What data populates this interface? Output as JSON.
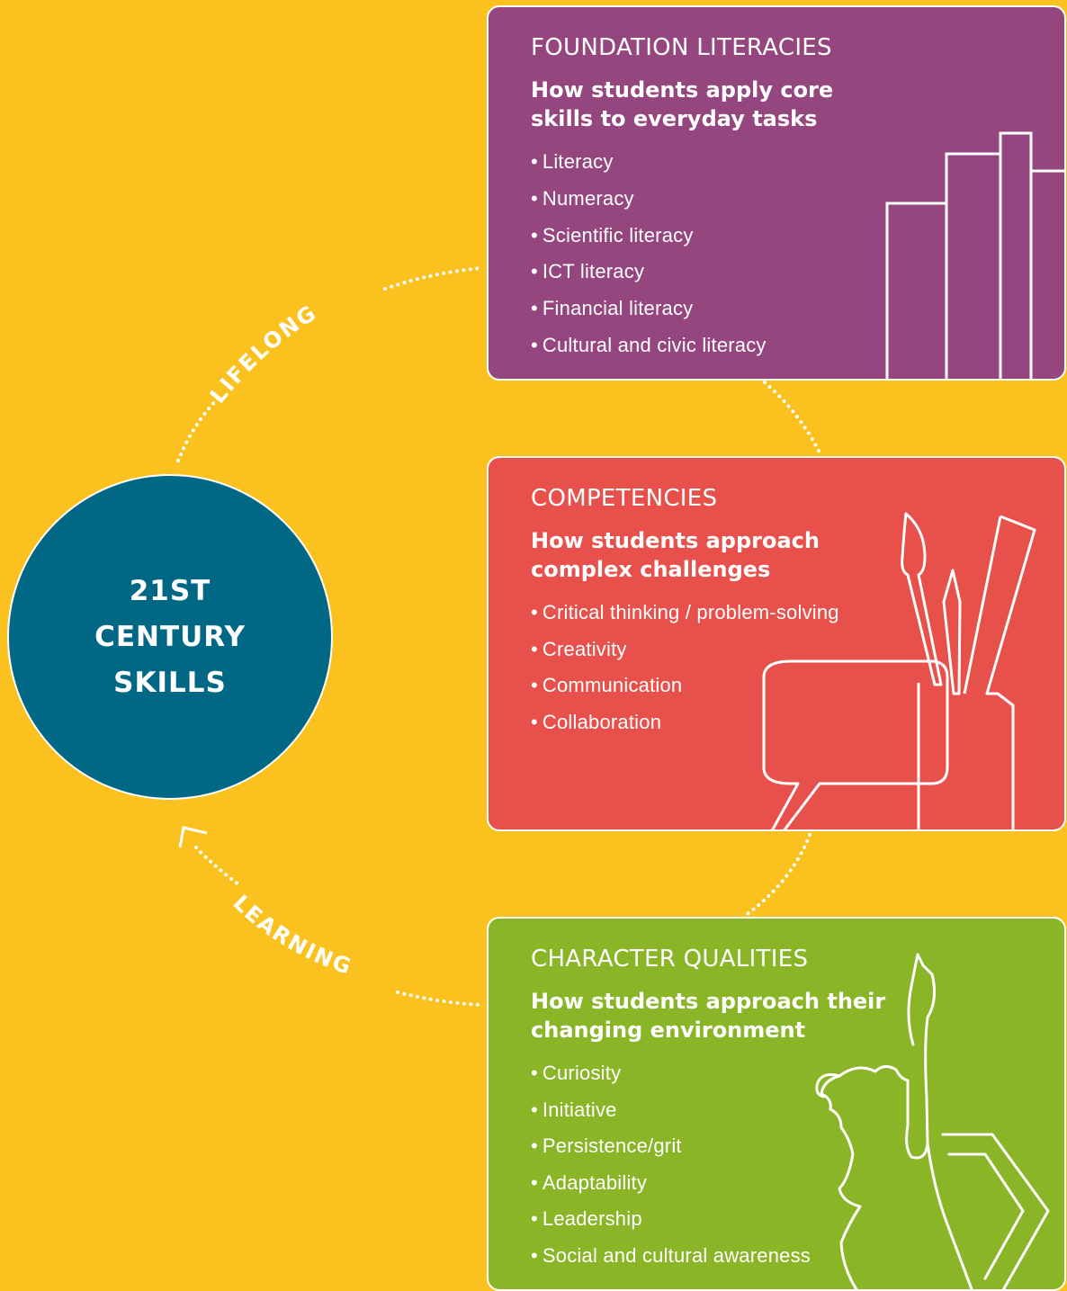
{
  "center": {
    "title": "21ST CENTURY SKILLS"
  },
  "cycle": {
    "lifelong_label": "LIFELONG",
    "learning_label": "LEARNING"
  },
  "cards": [
    {
      "title": "FOUNDATION LITERACIES",
      "subtitle": "How students apply core skills to everyday tasks",
      "items": [
        "Literacy",
        "Numeracy",
        "Scientific literacy",
        "ICT literacy",
        "Financial literacy",
        "Cultural and civic literacy"
      ],
      "color": "#95467E",
      "icon": "books-icon"
    },
    {
      "title": "COMPETENCIES",
      "subtitle": "How students approach complex challenges",
      "items": [
        "Critical thinking / problem-solving",
        "Creativity",
        "Communication",
        "Collaboration"
      ],
      "color": "#E8514B",
      "icon": "paintbrush-speech-bubble-icon"
    },
    {
      "title": "CHARACTER QUALITIES",
      "subtitle": "How students approach their changing environment",
      "items": [
        "Curiosity",
        "Initiative",
        "Persistence/grit",
        "Adaptability",
        "Leadership",
        "Social and cultural awareness"
      ],
      "color": "#8AB527",
      "icon": "child-pointing-icon"
    }
  ],
  "colors": {
    "background": "#FBC11F",
    "center_circle": "#006884"
  }
}
